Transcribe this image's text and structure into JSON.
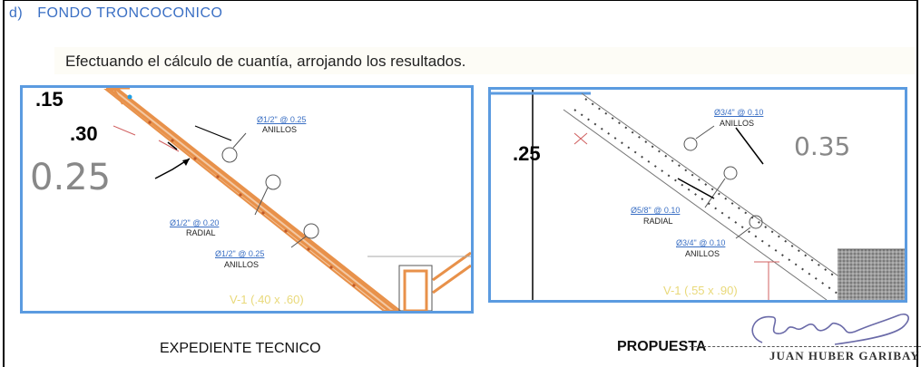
{
  "section": {
    "number": "d)",
    "title": "FONDO TRONCOCONICO",
    "intro": "Efectuando el cálculo de cuantía, arrojando los resultados."
  },
  "left_panel": {
    "caption": "EXPEDIENTE TECNICO",
    "dim_top": ".15",
    "dim_mid": ".30",
    "dim_thickness": "0.25",
    "label_1_spec": "Ø1/2\" @ 0.25",
    "label_1_type": "ANILLOS",
    "label_2_spec": "Ø1/2\" @ 0.20",
    "label_2_type": "RADIAL",
    "label_3_spec": "Ø1/2\" @ 0.25",
    "label_3_type": "ANILLOS",
    "beam": "V-1 (.40 x .60)"
  },
  "right_panel": {
    "caption": "PROPUESTA",
    "dim_top": ".25",
    "dim_thickness": "0.35",
    "label_1_spec": "Ø3/4\" @ 0.10",
    "label_1_type": "ANILLOS",
    "label_2_spec": "Ø5/8\" @ 0.10",
    "label_2_type": "RADIAL",
    "label_3_spec": "Ø3/4\" @ 0.10",
    "label_3_type": "ANILLOS",
    "beam": "V-1 (.55 x .90)"
  },
  "signature": {
    "name": "JUAN HUBER GARIBAY MA"
  },
  "colors": {
    "heading": "#3a6fc4",
    "panel_border": "#5b9be0",
    "rebar_orange": "#e8914a",
    "label_blue": "#3a6fc4",
    "beam_yellow": "#e9d97a"
  }
}
